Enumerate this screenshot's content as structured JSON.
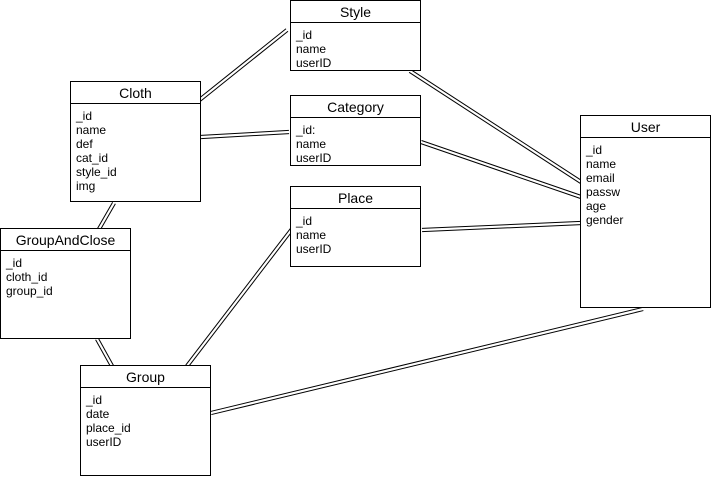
{
  "diagram": {
    "entities": [
      {
        "id": "style",
        "title": "Style",
        "fields": [
          "_id",
          "name",
          "userID"
        ]
      },
      {
        "id": "cloth",
        "title": "Cloth",
        "fields": [
          "_id",
          "name",
          "def",
          "cat_id",
          "style_id",
          "img"
        ]
      },
      {
        "id": "category",
        "title": "Category",
        "fields": [
          "_id:",
          "name",
          "userID"
        ]
      },
      {
        "id": "user",
        "title": "User",
        "fields": [
          "_id",
          "name",
          "email",
          "passw",
          "age",
          "gender"
        ]
      },
      {
        "id": "place",
        "title": "Place",
        "fields": [
          "_id",
          "name",
          "userID"
        ]
      },
      {
        "id": "groupandclose",
        "title": "GroupAndClose",
        "fields": [
          "_id",
          "cloth_id",
          "group_id"
        ]
      },
      {
        "id": "group",
        "title": "Group",
        "fields": [
          "_id",
          "date",
          "place_id",
          "userID"
        ]
      }
    ],
    "relations": [
      {
        "from": "cloth",
        "to": "style"
      },
      {
        "from": "cloth",
        "to": "category"
      },
      {
        "from": "cloth",
        "to": "groupandclose"
      },
      {
        "from": "groupandclose",
        "to": "group"
      },
      {
        "from": "group",
        "to": "place"
      },
      {
        "from": "group",
        "to": "user"
      },
      {
        "from": "style",
        "to": "user"
      },
      {
        "from": "category",
        "to": "user"
      },
      {
        "from": "place",
        "to": "user"
      }
    ]
  }
}
